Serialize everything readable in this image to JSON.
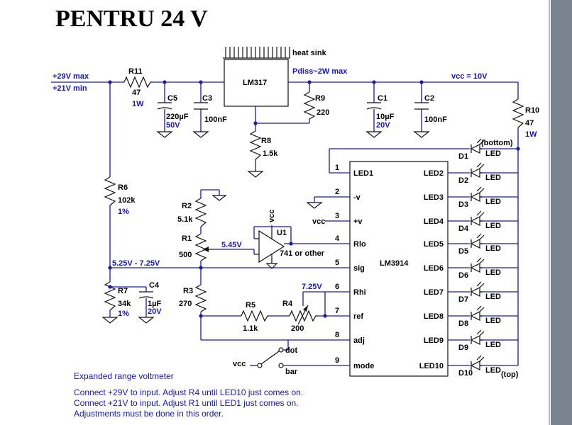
{
  "title": "PENTRU 24 V",
  "inputs": {
    "max": "+29V max",
    "min": "+21V min"
  },
  "labels": {
    "heat_sink": "heat sink",
    "pdiss": "Pdiss~2W max",
    "vcc_rail": "vcc  = 10V",
    "lm317": "LM317",
    "lm3914": "LM3914",
    "u1": "U1",
    "opamp": "741 or other",
    "vcc": "vcc",
    "v545": "5.45V",
    "vsig": "5.25V - 7.25V",
    "v725": "7.25V",
    "dot": "dot",
    "bar": "bar",
    "bottom": "(bottom)",
    "top": "(top)"
  },
  "components": {
    "R11": {
      "name": "R11",
      "value": "47",
      "extra": "1W"
    },
    "C5": {
      "name": "C5",
      "value": "220µF",
      "extra": "50V"
    },
    "C3": {
      "name": "C3",
      "value": "100nF"
    },
    "R9": {
      "name": "R9",
      "value": "220"
    },
    "R8": {
      "name": "R8",
      "value": "1.5k"
    },
    "C1": {
      "name": "C1",
      "value": "10µF",
      "extra": "20V"
    },
    "C2": {
      "name": "C2",
      "value": "100nF"
    },
    "R10": {
      "name": "R10",
      "value": "47",
      "extra": "1W"
    },
    "R6": {
      "name": "R6",
      "value": "102k",
      "extra": "1%"
    },
    "R7": {
      "name": "R7",
      "value": "34k",
      "extra": "1%"
    },
    "C4": {
      "name": "C4",
      "value": "1µF",
      "extra": "20V"
    },
    "R2": {
      "name": "R2",
      "value": "5.1k"
    },
    "R1": {
      "name": "R1",
      "value": "500"
    },
    "R3": {
      "name": "R3",
      "value": "270"
    },
    "R5": {
      "name": "R5",
      "value": "1.1k"
    },
    "R4": {
      "name": "R4",
      "value": "200"
    }
  },
  "ic_pins_left": [
    {
      "num": "1",
      "name": "LED1"
    },
    {
      "num": "2",
      "name": "-v"
    },
    {
      "num": "3",
      "name": "+v"
    },
    {
      "num": "4",
      "name": "Rlo"
    },
    {
      "num": "5",
      "name": "sig"
    },
    {
      "num": "6",
      "name": "Rhi"
    },
    {
      "num": "7",
      "name": "ref"
    },
    {
      "num": "8",
      "name": "adj"
    },
    {
      "num": "9",
      "name": "mode"
    }
  ],
  "ic_pins_right": [
    "LED2",
    "LED3",
    "LED4",
    "LED5",
    "LED6",
    "LED7",
    "LED8",
    "LED9",
    "LED10"
  ],
  "diodes": [
    "D1",
    "D2",
    "D3",
    "D4",
    "D5",
    "D6",
    "D7",
    "D8",
    "D9",
    "D10"
  ],
  "diode_label": "LED",
  "notes": [
    "Expanded range voltmeter",
    "Connect +29V to input. Adjust R4 until LED10 just comes on.",
    "Connect +21V to input. Adjust R1 until LED1 just comes on.",
    "Adjustments must be done in this order."
  ]
}
